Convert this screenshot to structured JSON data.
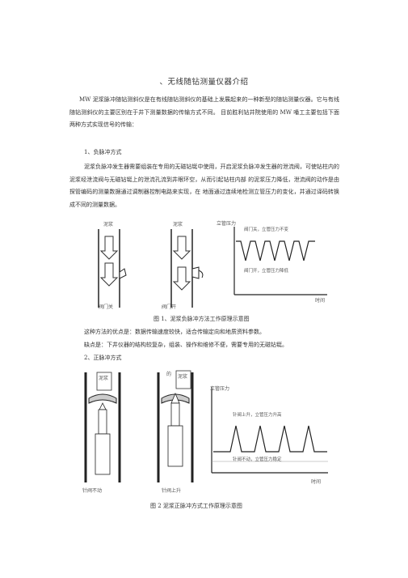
{
  "title": "、无线随钻测量仪器介绍",
  "paragraphs": {
    "intro": "MW 泥浆脉冲随钻测斜仪是在有线随钻测斜仪的基础上发展起来的一种新型的随钻测量仪器。它与有线随钻测斜仪的主要区别在于井下测量数据的传输方式不同。 目前胜利钻井院使用的 MW 噃工主要包括下面两种方式实现信号的传输：",
    "section1_heading": "1、负脉冲方式",
    "section1_body": "泥浆负脉冲发生器需要组装在专用的无磁钻铤中使用，开启泥浆负脉冲发生器的泄流阀，可使钻柱内的泥浆经泄流阀与无磁钻铤上的泄流孔流到井眼环空，从而引起钻柱内部 的泥浆压力降低，泄流阀的动作是由探管编码的测量数据通过调制器控制电路来实现，在 地面通过连续地检测立管压力的变化，并通过译码转换成不同的测量数据。",
    "advantages": "这种方法的优点是：数据传输速度较快，适合传输定向和地质资料参数。",
    "disadvantages": "缺点是：下井仪器的结构较复杂，组装、操作和维修不便，需要专用的无磁钻铤。",
    "section2_heading": "2、正脉冲方式"
  },
  "figure1": {
    "caption": "图 1、泥浆负脉冲方法工作原理示意图",
    "label_mud_left": "泥浆",
    "label_mud_right": "泥浆",
    "label_valve_closed": "阀门关",
    "label_valve_open": "阀门开",
    "chart_ylabel": "立管压力",
    "chart_xlabel": "时间",
    "note_top": "阀门关，立管压力不变",
    "note_bottom": "阀门开，立管压力降低"
  },
  "figure2": {
    "caption": "图 2 泥浆正脉冲方式工作原理示意图",
    "label_mud_left": "泥浆",
    "label_mud_right": "泥浆",
    "label_side_char": "的",
    "label_needle_still": "针阀不动",
    "label_needle_up": "针阀上升",
    "chart_ylabel": "立管压力",
    "chart_xlabel": "时间",
    "note_top": "针阀上升，立管压力升高",
    "note_bottom": "针阀不动，立管压力稳定"
  },
  "colors": {
    "text": "#333333",
    "line": "#222222",
    "gray": "#777777"
  }
}
